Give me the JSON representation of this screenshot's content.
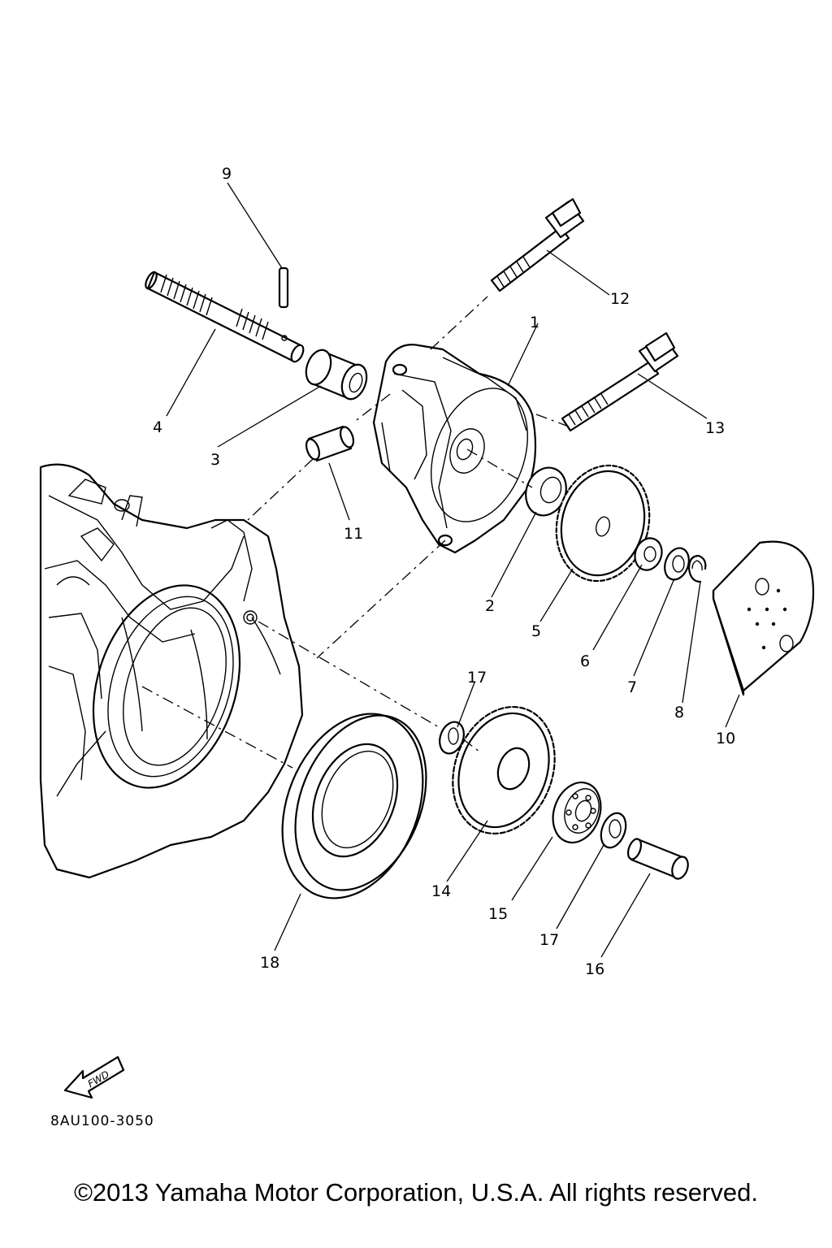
{
  "callouts": {
    "c1": "1",
    "c2": "2",
    "c3": "3",
    "c4": "4",
    "c5": "5",
    "c6": "6",
    "c7": "7",
    "c8": "8",
    "c9": "9",
    "c10": "10",
    "c11": "11",
    "c12": "12",
    "c13": "13",
    "c14": "14",
    "c15": "15",
    "c16": "16",
    "c17a": "17",
    "c17b": "17",
    "c18": "18"
  },
  "fwd_label": "FWD",
  "diagram_code": "8AU100-3050",
  "copyright": "©2013 Yamaha Motor Corporation, U.S.A. All rights reserved."
}
